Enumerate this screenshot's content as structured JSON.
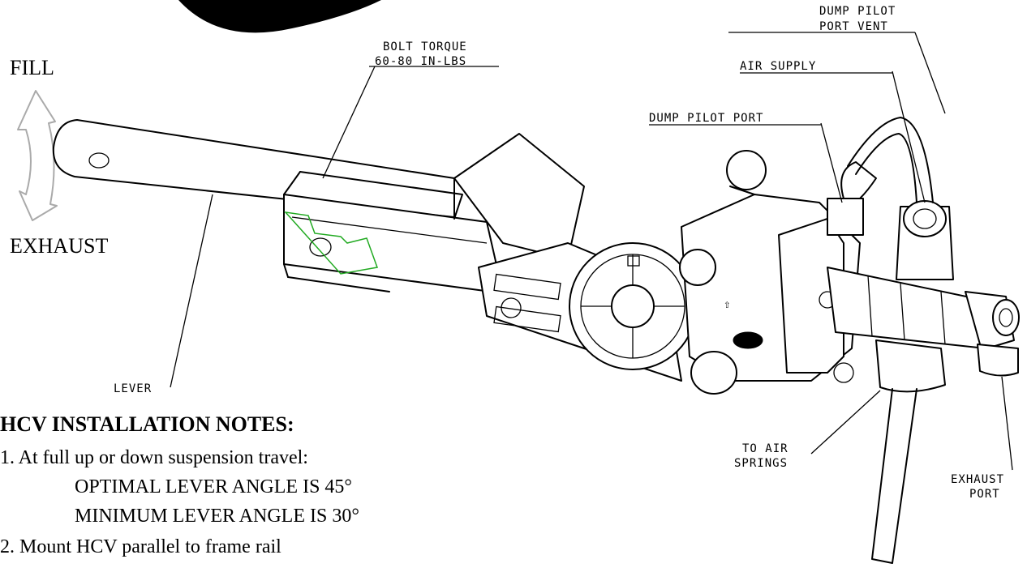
{
  "direction_labels": {
    "fill": "FILL",
    "exhaust": "EXHAUST"
  },
  "callouts": {
    "bolt_torque_line1": "BOLT TORQUE",
    "bolt_torque_line2": "60-80 IN-LBS",
    "dump_pilot_port_vent_line1": "DUMP PILOT",
    "dump_pilot_port_vent_line2": "PORT VENT",
    "air_supply": "AIR SUPPLY",
    "dump_pilot_port": "DUMP PILOT PORT",
    "lever": "LEVER",
    "to_air_springs_line1": "TO AIR",
    "to_air_springs_line2": "SPRINGS",
    "exhaust_port_line1": "EXHAUST",
    "exhaust_port_line2": "PORT"
  },
  "notes": {
    "heading": "HCV INSTALLATION NOTES:",
    "items": [
      "1. At full up or down suspension travel:",
      "OPTIMAL LEVER ANGLE IS 45°",
      "MINIMUM LEVER ANGLE IS 30°",
      "2. Mount HCV parallel to frame rail"
    ]
  },
  "colors": {
    "line": "#000000",
    "accent_green": "#22aa22",
    "arrow_gray": "#aaaaaa"
  },
  "icons": {
    "direction_arrow": "double-headed-curved-arrow-icon",
    "up_marker": "up-arrow-icon",
    "brand_logo": "brand-logo-icon"
  }
}
